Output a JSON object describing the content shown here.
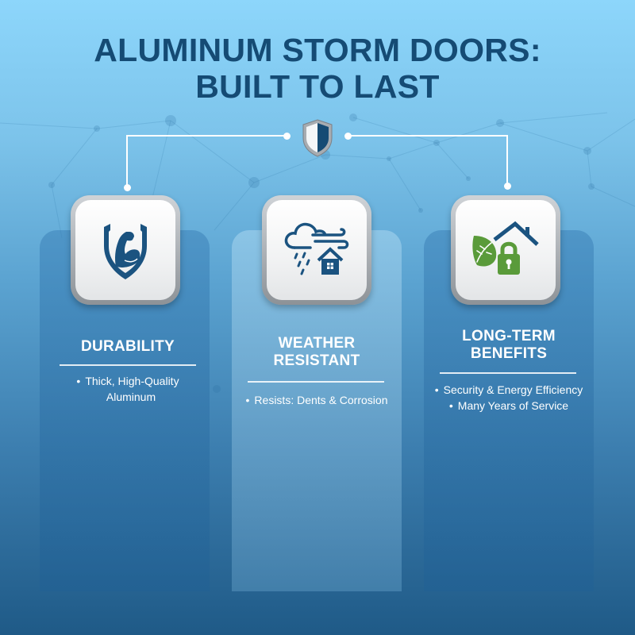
{
  "title": {
    "line1": "ALUMINUM STORM DOORS:",
    "line2": "BUILT TO LAST"
  },
  "top_icon": "shield-icon",
  "colors": {
    "title": "#154b74",
    "icon_blue": "#1b5380",
    "icon_green": "#5a9b3a",
    "bg_top": "#8dd6fb",
    "bg_bottom": "#1f5a87"
  },
  "columns": [
    {
      "icon": "flexed-arm-shield-icon",
      "heading_lines": [
        "DURABILITY"
      ],
      "bullets": [
        {
          "line1": "Thick, High-Quality",
          "line2": "Aluminum"
        }
      ]
    },
    {
      "icon": "storm-cloud-house-icon",
      "heading_lines": [
        "WEATHER",
        "RESISTANT"
      ],
      "bullets": [
        {
          "line1": "Resists: Dents & Corrosion"
        }
      ]
    },
    {
      "icon": "house-leaf-lock-icon",
      "heading_lines": [
        "LONG-TERM",
        "BENEFITS"
      ],
      "bullets": [
        {
          "line1": "Security & Energy Efficiency"
        },
        {
          "line1": "Many Years of Service"
        }
      ]
    }
  ]
}
